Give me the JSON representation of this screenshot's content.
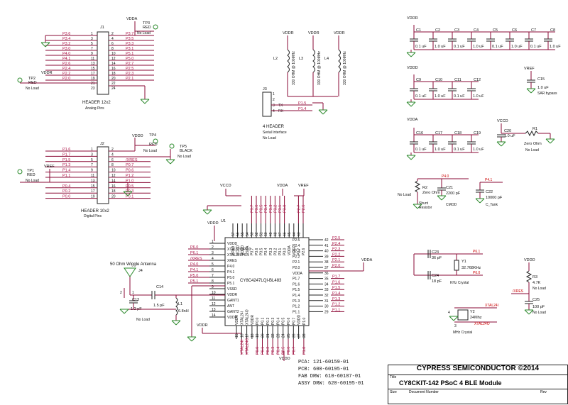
{
  "title_block": {
    "company": "CYPRESS SEMICONDUCTOR ©2014",
    "title_caption": "Title",
    "title": "CY8CKIT-142 PSoC 4 BLE Module",
    "size_caption": "Size",
    "doc_caption": "Document Number",
    "rev_caption": "Rev"
  },
  "doc_numbers": {
    "pca": "PCA:  121-60159-01",
    "pcb": "PCB:  600-60195-01",
    "fab": "FAB DRW:  610-60187-01",
    "assy": "ASSY DRW:  620-60195-01"
  },
  "j1": {
    "ref": "J1",
    "caption": "HEADER 12x2",
    "subcaption": "Analog Pins",
    "left_nets": [
      "P3.6",
      "P3.4",
      "P3.2",
      "P3.0",
      "P4.0",
      "P4.1",
      "P2.6",
      "P2.4",
      "P2.2",
      "P2.0"
    ],
    "right_nets": [
      "P3.7",
      "P3.5",
      "P3.3",
      "P3.1",
      "P5.1",
      "P5.0",
      "P2.7",
      "P2.5",
      "P2.3",
      "P2.1"
    ],
    "odd_pins": [
      "1",
      "3",
      "5",
      "7",
      "9",
      "11",
      "13",
      "15",
      "17",
      "19",
      "21",
      "23"
    ],
    "even_pins": [
      "2",
      "4",
      "6",
      "8",
      "10",
      "12",
      "14",
      "16",
      "18",
      "20",
      "22",
      "24"
    ]
  },
  "j2": {
    "ref": "J2",
    "caption": "HEADER 10x2",
    "subcaption": "Digital Pins",
    "left_nets": [
      "P1.6",
      "P1.7",
      "P1.5",
      "P1.3",
      "P1.4",
      "P1.1",
      "",
      "P0.4",
      "P0.2",
      "P0.0"
    ],
    "right_nets": [
      "",
      "",
      "/XRES",
      "P0.7",
      "P0.6",
      "P1.2",
      "P1.0",
      "P0.5",
      "P0.3",
      "P0.1"
    ],
    "odd_pins": [
      "1",
      "3",
      "5",
      "7",
      "9",
      "11",
      "13",
      "15",
      "17",
      "19"
    ],
    "even_pins": [
      "2",
      "4",
      "6",
      "8",
      "10",
      "12",
      "14",
      "16",
      "18",
      "20"
    ]
  },
  "j3": {
    "ref": "J3",
    "caption": "4 HEADER",
    "subcaption": "Serial Interface",
    "note": "No Load",
    "pins": [
      "1",
      "2",
      "3",
      "4"
    ],
    "pin_labels": [
      "",
      "",
      "TX",
      "RX"
    ],
    "nets": [
      "",
      "",
      "P1.5",
      "P1.4"
    ]
  },
  "test_points": {
    "tp1": [
      "TP1",
      "RED",
      "No Load"
    ],
    "tp2": [
      "TP2",
      "RED",
      "No Load"
    ],
    "tp3": [
      "TP3",
      "RED",
      "No Load"
    ],
    "tp4": [
      "TP4",
      "RED",
      "No Load"
    ],
    "tp5": [
      "TP5",
      "BLACK",
      "No Load"
    ]
  },
  "power": {
    "vdda": "VDDA",
    "vddd": "VDDD",
    "vddr": "VDDR",
    "vref": "VREF",
    "vccd": "VCCD"
  },
  "ferrites": [
    {
      "ref": "L2",
      "value": "330 OHM @ 100MHz"
    },
    {
      "ref": "L3",
      "value": "330 OHM @ 100MHz"
    },
    {
      "ref": "L4",
      "value": "330 OHM @ 100MHz"
    }
  ],
  "caps_row1": [
    {
      "ref": "C1",
      "value": "0.1 uF"
    },
    {
      "ref": "C2",
      "value": "1.0 uF"
    },
    {
      "ref": "C3",
      "value": "0.1 uF"
    },
    {
      "ref": "C4",
      "value": "1.0 uF"
    },
    {
      "ref": "C5",
      "value": "0.1 uF"
    },
    {
      "ref": "C6",
      "value": "1.0 uF"
    },
    {
      "ref": "C7",
      "value": "0.1 uF"
    },
    {
      "ref": "C8",
      "value": "1.0 uF"
    }
  ],
  "caps_row2": [
    {
      "ref": "C9",
      "value": "0.1 uF"
    },
    {
      "ref": "C10",
      "value": "1.0 uF"
    },
    {
      "ref": "C11",
      "value": "0.1 uF"
    },
    {
      "ref": "C12",
      "value": "1.0 uF"
    }
  ],
  "caps_row3": [
    {
      "ref": "C16",
      "value": "0.1 uF"
    },
    {
      "ref": "C17",
      "value": "1.0 uF"
    },
    {
      "ref": "C18",
      "value": "0.1 uF"
    },
    {
      "ref": "C19",
      "value": "1.0 uF"
    }
  ],
  "c15": {
    "ref": "C15",
    "value": "1.0 uF",
    "note": "SAR bypass"
  },
  "c20": {
    "ref": "C20",
    "value": "1.0 uF"
  },
  "r1": {
    "ref": "R1",
    "value": "Zero Ohm",
    "note": "No Load"
  },
  "r2": {
    "ref": "R2",
    "value": "Zero Ohm",
    "note": "No Load",
    "note2": "Shunt",
    "note3": "Resistor",
    "net": "P4.0"
  },
  "c21": {
    "ref": "C21",
    "value": "2200 pF",
    "note": "CMOD"
  },
  "c22": {
    "ref": "C22",
    "value": "10000 pF",
    "note": "C_Tank",
    "net": "P4.1"
  },
  "u1": {
    "ref": "U1",
    "part": "CY8C4247LQI-BL483",
    "left_pins": [
      {
        "num": "1",
        "name": "VDDD",
        "net": ""
      },
      {
        "num": "2",
        "name": "XTAL32O/P6.0",
        "net": "P6.0"
      },
      {
        "num": "3",
        "name": "XTAL32I/P6.1",
        "net": "P6.1"
      },
      {
        "num": "4",
        "name": "XRES",
        "net": "/XRES"
      },
      {
        "num": "5",
        "name": "P4.0",
        "net": "P4.0"
      },
      {
        "num": "6",
        "name": "P4.1",
        "net": "P4.1"
      },
      {
        "num": "7",
        "name": "P5.0",
        "net": "P5.0"
      },
      {
        "num": "8",
        "name": "P5.1",
        "net": "P5.1"
      },
      {
        "num": "9",
        "name": "VSSD",
        "net": ""
      },
      {
        "num": "10",
        "name": "VDDR",
        "net": ""
      },
      {
        "num": "11",
        "name": "GANT1",
        "net": ""
      },
      {
        "num": "12",
        "name": "ANT",
        "net": ""
      },
      {
        "num": "13",
        "name": "GANT2",
        "net": ""
      },
      {
        "num": "14",
        "name": "VDDR",
        "net": ""
      }
    ],
    "right_pins": [
      {
        "num": "42",
        "name": "P2.5",
        "net": "P2.5"
      },
      {
        "num": "41",
        "name": "P2.4",
        "net": "P2.4"
      },
      {
        "num": "40",
        "name": "P2.3",
        "net": "P2.3"
      },
      {
        "num": "39",
        "name": "P2.2",
        "net": "P2.2"
      },
      {
        "num": "38",
        "name": "P2.1",
        "net": "P2.1"
      },
      {
        "num": "37",
        "name": "P2.0",
        "net": "P2.0"
      },
      {
        "num": "36",
        "name": "VDDA",
        "net": ""
      },
      {
        "num": "35",
        "name": "P1.7",
        "net": "P1.7"
      },
      {
        "num": "34",
        "name": "P1.6",
        "net": "P1.6"
      },
      {
        "num": "33",
        "name": "P1.5",
        "net": "P1.5"
      },
      {
        "num": "32",
        "name": "P1.4",
        "net": "P1.4"
      },
      {
        "num": "31",
        "name": "P1.3",
        "net": "P1.3"
      },
      {
        "num": "30",
        "name": "P1.2",
        "net": "P1.2"
      },
      {
        "num": "29",
        "name": "P1.1",
        "net": "P1.1"
      }
    ],
    "top_pins": [
      {
        "num": "57",
        "name": "EPAD",
        "net": ""
      },
      {
        "num": "56",
        "name": "VCCD",
        "net": ""
      },
      {
        "num": "55",
        "name": "VDDD",
        "net": ""
      },
      {
        "num": "54",
        "name": "VSSA",
        "net": ""
      },
      {
        "num": "53",
        "name": "P3.7",
        "net": "P3.7"
      },
      {
        "num": "52",
        "name": "P3.6",
        "net": "P3.6"
      },
      {
        "num": "51",
        "name": "P3.5",
        "net": "P3.5"
      },
      {
        "num": "50",
        "name": "P3.4",
        "net": "P3.4"
      },
      {
        "num": "49",
        "name": "P3.3",
        "net": "P3.3"
      },
      {
        "num": "48",
        "name": "P3.2",
        "net": "P3.2"
      },
      {
        "num": "47",
        "name": "P3.1",
        "net": "P3.1"
      },
      {
        "num": "46",
        "name": "P3.0",
        "net": "P3.0"
      },
      {
        "num": "45",
        "name": "VDDA",
        "net": ""
      },
      {
        "num": "44",
        "name": "VREF",
        "net": ""
      },
      {
        "num": "43",
        "name": "P2.7",
        "net": "P2.7"
      },
      {
        "num": "",
        "name": "P2.6",
        "net": "P2.6"
      }
    ],
    "bottom_pins": [
      {
        "num": "15",
        "name": "VDDR",
        "net": ""
      },
      {
        "num": "16",
        "name": "XTAL24I",
        "net": "XTAL24I"
      },
      {
        "num": "17",
        "name": "XTAL24O",
        "net": "XTAL24O"
      },
      {
        "num": "18",
        "name": "VDDR",
        "net": ""
      },
      {
        "num": "19",
        "name": "P0.0",
        "net": "P0.0"
      },
      {
        "num": "20",
        "name": "P0.1",
        "net": "P0.1"
      },
      {
        "num": "21",
        "name": "P0.2",
        "net": "P0.2"
      },
      {
        "num": "22",
        "name": "P0.3",
        "net": "P0.3"
      },
      {
        "num": "23",
        "name": "P0.4",
        "net": "P0.4"
      },
      {
        "num": "24",
        "name": "P0.5",
        "net": "P0.5"
      },
      {
        "num": "25",
        "name": "P0.6",
        "net": "P0.6"
      },
      {
        "num": "26",
        "name": "P0.7",
        "net": "P0.7"
      },
      {
        "num": "27",
        "name": "VDDD",
        "net": ""
      },
      {
        "num": "28",
        "name": "P1.0",
        "net": "P1.0"
      }
    ]
  },
  "antenna": {
    "caption": "50 Ohm Wiggle Antenna",
    "ref": "J4",
    "pins": [
      "1",
      "2"
    ]
  },
  "c13": {
    "ref": "C13",
    "value": "1.2 pF",
    "note": "No Load"
  },
  "c14": {
    "ref": "C14",
    "value": "1.5 pF"
  },
  "l1": {
    "ref": "L1",
    "value": "6.8nH"
  },
  "y1": {
    "ref": "Y1",
    "value": "32.768KHz",
    "note": "KHz Crystal"
  },
  "c23": {
    "ref": "C23",
    "value": "36 pF"
  },
  "c24": {
    "ref": "C24",
    "value": "18 pF"
  },
  "y1_nets": [
    "P6.1",
    "P6.0"
  ],
  "y2": {
    "ref": "Y2",
    "value": "24Mhz",
    "note": "MHz Crystal",
    "pin_left": "4",
    "pin_bottom": "3"
  },
  "y2_nets": [
    "XTAL24I",
    "XTAL24O"
  ],
  "r3": {
    "ref": "R3",
    "value": "4.7K",
    "note": "No Load"
  },
  "c25": {
    "ref": "C25",
    "value": "100 pF",
    "note": "No Load"
  },
  "xres_net": "/XRES"
}
